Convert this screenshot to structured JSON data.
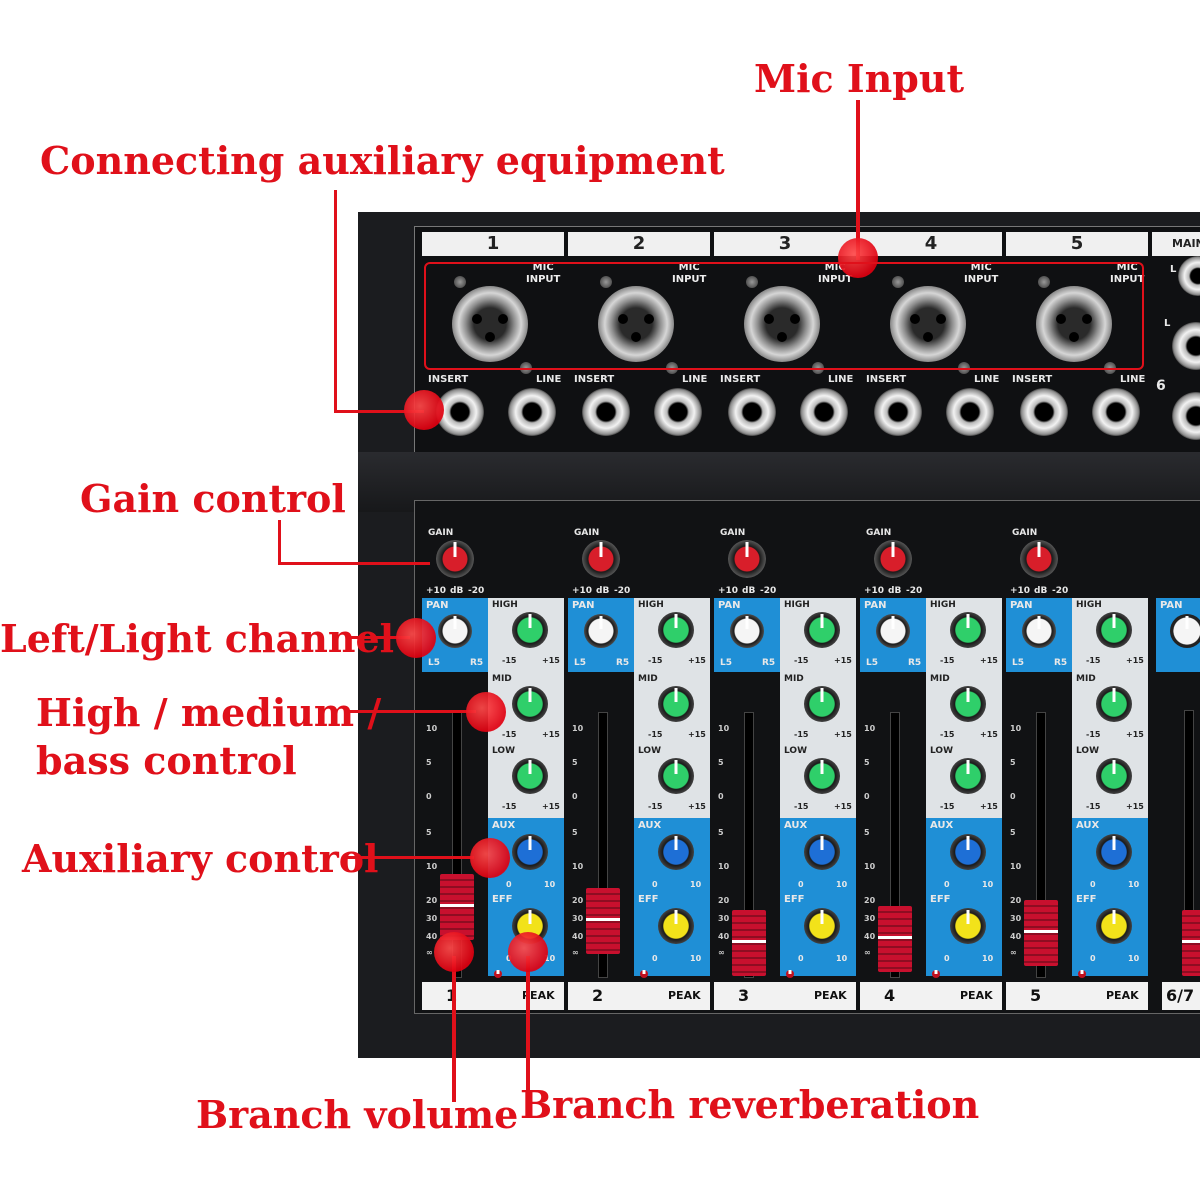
{
  "callouts": {
    "mic_input": "Mic Input",
    "aux_equipment": "Connecting auxiliary equipment",
    "gain": "Gain control",
    "pan": "Left/Light channel",
    "eq_line1": "High / medium /",
    "eq_line2": "bass control",
    "aux": "Auxiliary control",
    "branch_volume": "Branch volume",
    "branch_reverb": "Branch reverberation"
  },
  "channels": [
    "1",
    "2",
    "3",
    "4",
    "5"
  ],
  "partial_channel": "6",
  "partial_footer": "6/7",
  "rear_labels": {
    "mic_input": "MIC\nINPUT",
    "insert": "INSERT",
    "line": "LINE",
    "main": "MAIN",
    "l": "L"
  },
  "strip_labels": {
    "gain": "GAIN",
    "gain_scale_left": "+10",
    "gain_scale_mid": "dB",
    "gain_scale_right": "-20",
    "pan": "PAN",
    "pan_left": "L5",
    "pan_right": "R5",
    "high": "HIGH",
    "mid": "MID",
    "low": "LOW",
    "eq_min": "-15",
    "eq_max": "+15",
    "aux": "AUX",
    "eff": "EFF",
    "knob_min": "0",
    "knob_max": "10",
    "peak": "PEAK"
  },
  "fader_scale": [
    "10",
    "5",
    "0",
    "5",
    "10",
    "20",
    "30",
    "40",
    "∞"
  ],
  "colors": {
    "callout": "#e0101a",
    "gain_knob": "#d81e2a",
    "eq_knob": "#2fcf6a",
    "aux_knob": "#1e6fd6",
    "eff_knob": "#f2e21a",
    "fader_cap": "#c8102e",
    "blue_panel": "#1f8fd6"
  }
}
